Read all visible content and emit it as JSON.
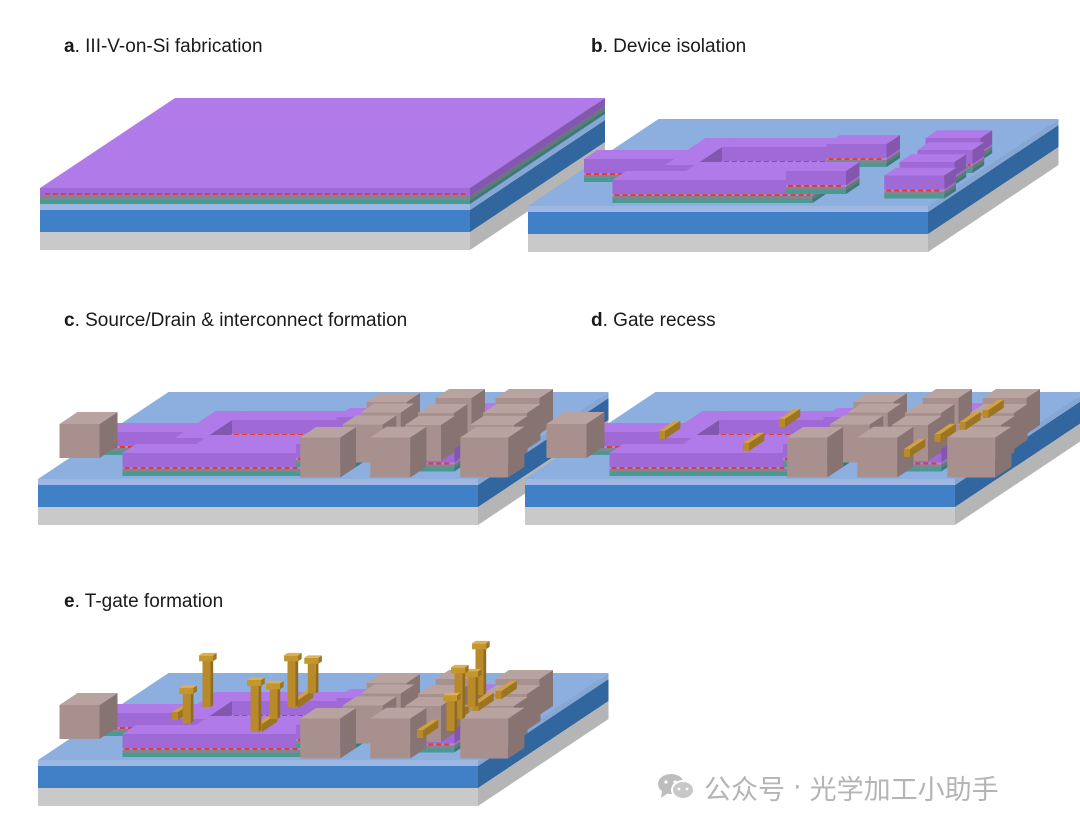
{
  "panels": [
    {
      "letter": "a",
      "title": ". III-V-on-Si fabrication"
    },
    {
      "letter": "b",
      "title": ". Device isolation"
    },
    {
      "letter": "c",
      "title": ". Source/Drain & interconnect formation"
    },
    {
      "letter": "d",
      "title": ". Gate recess"
    },
    {
      "letter": "e",
      "title": ". T-gate formation"
    }
  ],
  "watermark": {
    "account_type": "公众号",
    "separator": "·",
    "account_name": "光学加工小助手"
  },
  "colors": {
    "iii_v_top": "#b07ae8",
    "iii_v_front": "#a06ad6",
    "channel_marker": "#e23b3b",
    "buffer_teal": "#4a9a94",
    "oxide_blue_top": "#8cafe0",
    "oxide_blue_front": "#3f80c6",
    "silicon_gray": "#c9c9c9",
    "contact_metal": "#a8908e",
    "gate_metal": "#b88a2a"
  }
}
